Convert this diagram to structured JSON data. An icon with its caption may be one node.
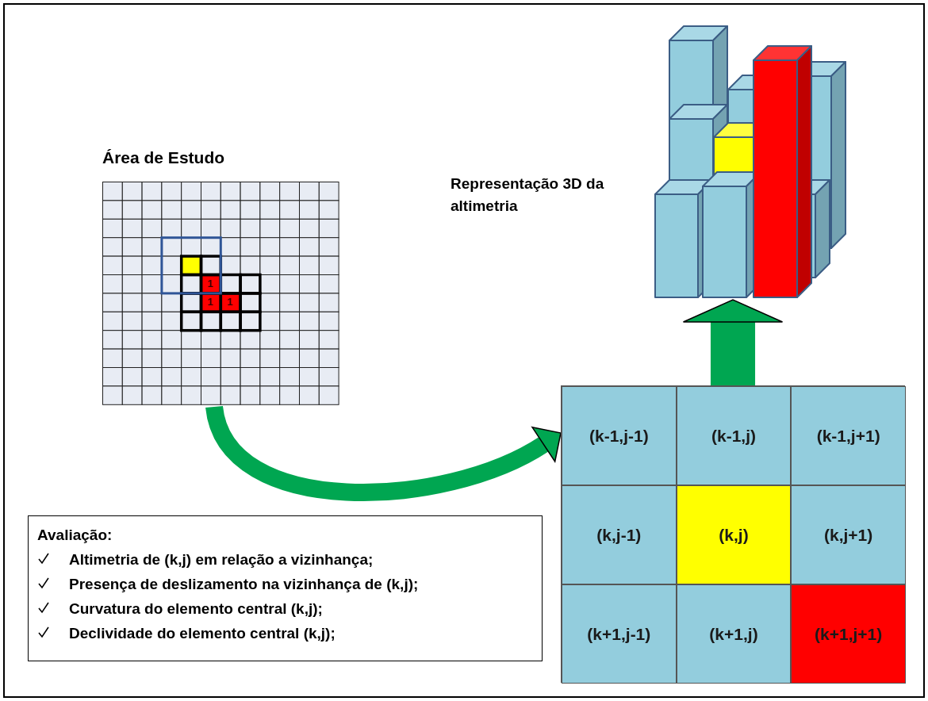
{
  "diagram": {
    "nodes": [
      {
        "text": [
          "Área de Estudo"
        ]
      },
      {
        "text": [],
        "shape": "picture",
        "beside": [
          "Representação 3D da altimetria"
        ]
      },
      {
        "text": [],
        "shape": "box"
      },
      {
        "text": [
          "(k-1,j-1)"
        ],
        "in": 2
      },
      {
        "text": [
          "(k-1,j)"
        ],
        "in": 2
      },
      {
        "text": [
          "(k-1,j+1)"
        ],
        "in": 2
      },
      {
        "text": [
          "(k,j-1)"
        ],
        "in": 2
      },
      {
        "text": [
          "(k,j)"
        ],
        "in": 2
      },
      {
        "text": [
          "(k,j+1)"
        ],
        "in": 2
      },
      {
        "text": [
          "(k+1,j-1)"
        ],
        "in": 2
      },
      {
        "text": [
          "(k+1,j)"
        ],
        "in": 2
      },
      {
        "text": [
          "(k+1,j+1)"
        ],
        "in": 2
      },
      {
        "text": [
          "Avaliação:",
          "Altimetria de (k,j) em relação a vizinhança;",
          "Presença de deslizamento na vizinhança de (k,j);",
          "Curvatura do elemento central (k,j);",
          "Declividade do elemento central (k,j);"
        ]
      }
    ],
    "edges": [
      {
        "from": 0,
        "to": 2,
        "arrow": "to"
      },
      {
        "from": 2,
        "to": 1,
        "arrow": "to",
        "style": "thick"
      }
    ],
    "labels": [
      "1",
      "1",
      "1"
    ]
  }
}
